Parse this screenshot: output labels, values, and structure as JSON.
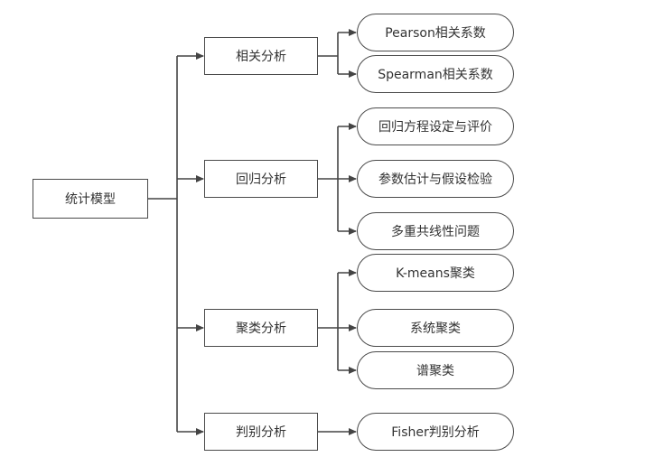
{
  "root": {
    "label": "统计模型"
  },
  "categories": [
    {
      "label": "相关分析",
      "children": [
        "Pearson相关系数",
        "Spearman相关系数"
      ]
    },
    {
      "label": "回归分析",
      "children": [
        "回归方程设定与评价",
        "参数估计与假设检验",
        "多重共线性问题"
      ]
    },
    {
      "label": "聚类分析",
      "children": [
        "K-means聚类",
        "系统聚类",
        "谱聚类"
      ]
    },
    {
      "label": "判别分析",
      "children": [
        "Fisher判别分析"
      ]
    }
  ]
}
